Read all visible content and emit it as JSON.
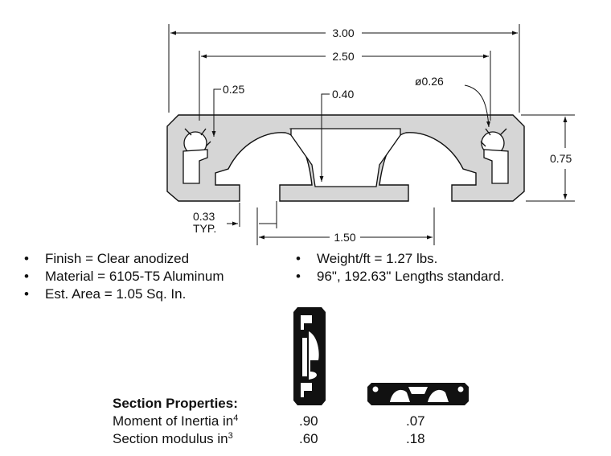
{
  "dimensions": {
    "overall_width": "3.00",
    "slot_spacing": "2.50",
    "slot_opening": "0.25",
    "center_depth": "0.40",
    "bore_diameter": "ø0.26",
    "height": "0.75",
    "lip_width": "0.33",
    "lip_note": "TYP.",
    "center_width": "1.50"
  },
  "specs_left": [
    "Finish = Clear anodized",
    "Material = 6105-T5 Aluminum",
    "Est. Area = 1.05 Sq. In."
  ],
  "specs_right": [
    "Weight/ft = 1.27 lbs.",
    "96\", 192.63\" Lengths standard."
  ],
  "bullet_char": "•",
  "section_properties": {
    "title": "Section Properties:",
    "rows": [
      {
        "label": "Moment of Inertia in",
        "exp": "4",
        "vertical": ".90",
        "horizontal": ".07"
      },
      {
        "label": "Section modulus in",
        "exp": "3",
        "vertical": ".60",
        "horizontal": ".18"
      }
    ]
  },
  "colors": {
    "profile_fill": "#d6d6d6",
    "outline": "#111111",
    "background": "#ffffff"
  }
}
